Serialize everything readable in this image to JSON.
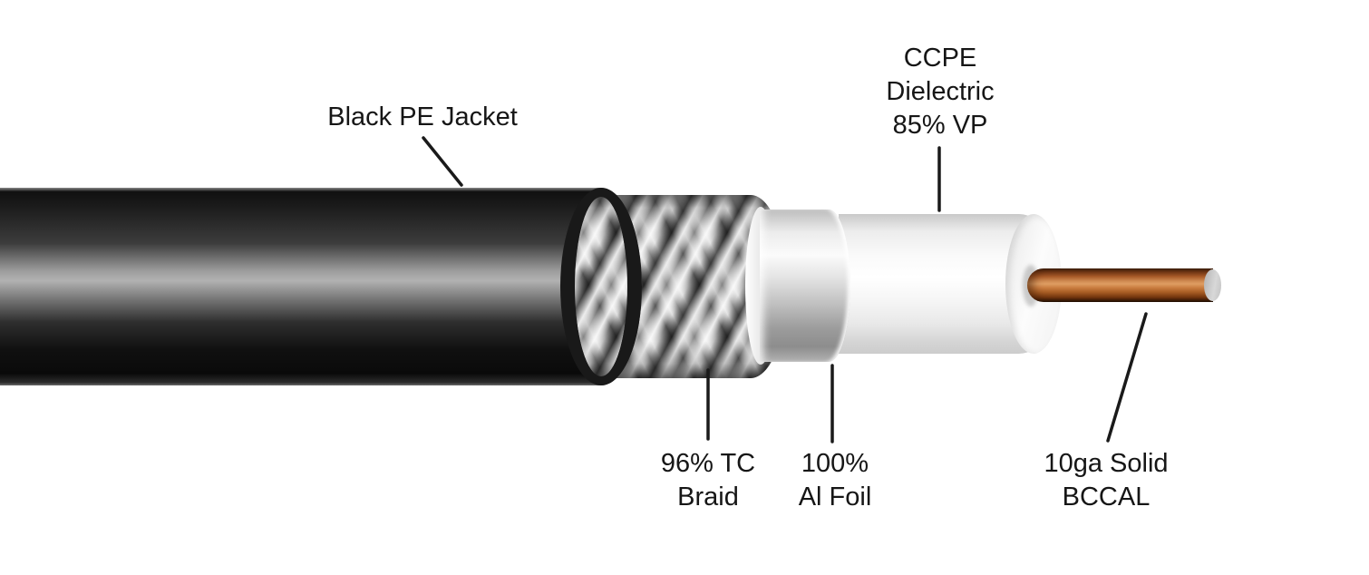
{
  "diagram": {
    "type": "coaxial-cable-cutaway",
    "callouts": {
      "jacket": {
        "text": "Black PE Jacket"
      },
      "dielectric": {
        "line1": "CCPE",
        "line2": "Dielectric",
        "line3": "85% VP"
      },
      "braid": {
        "line1": "96% TC",
        "line2": "Braid"
      },
      "foil": {
        "line1": "100%",
        "line2": "Al Foil"
      },
      "conductor": {
        "line1": "10ga Solid",
        "line2": "BCCAL"
      }
    },
    "colors": {
      "background": "#ffffff",
      "text": "#161616",
      "leader_line": "#1a1a1a",
      "jacket_black": "#111111",
      "braid_silver": "#c9c9c9",
      "foil_silver": "#d6d6d6",
      "dielectric_white": "#f7f7f7",
      "conductor_copper": "#c27a42",
      "conductor_end_face": "#c6c6c6"
    }
  }
}
